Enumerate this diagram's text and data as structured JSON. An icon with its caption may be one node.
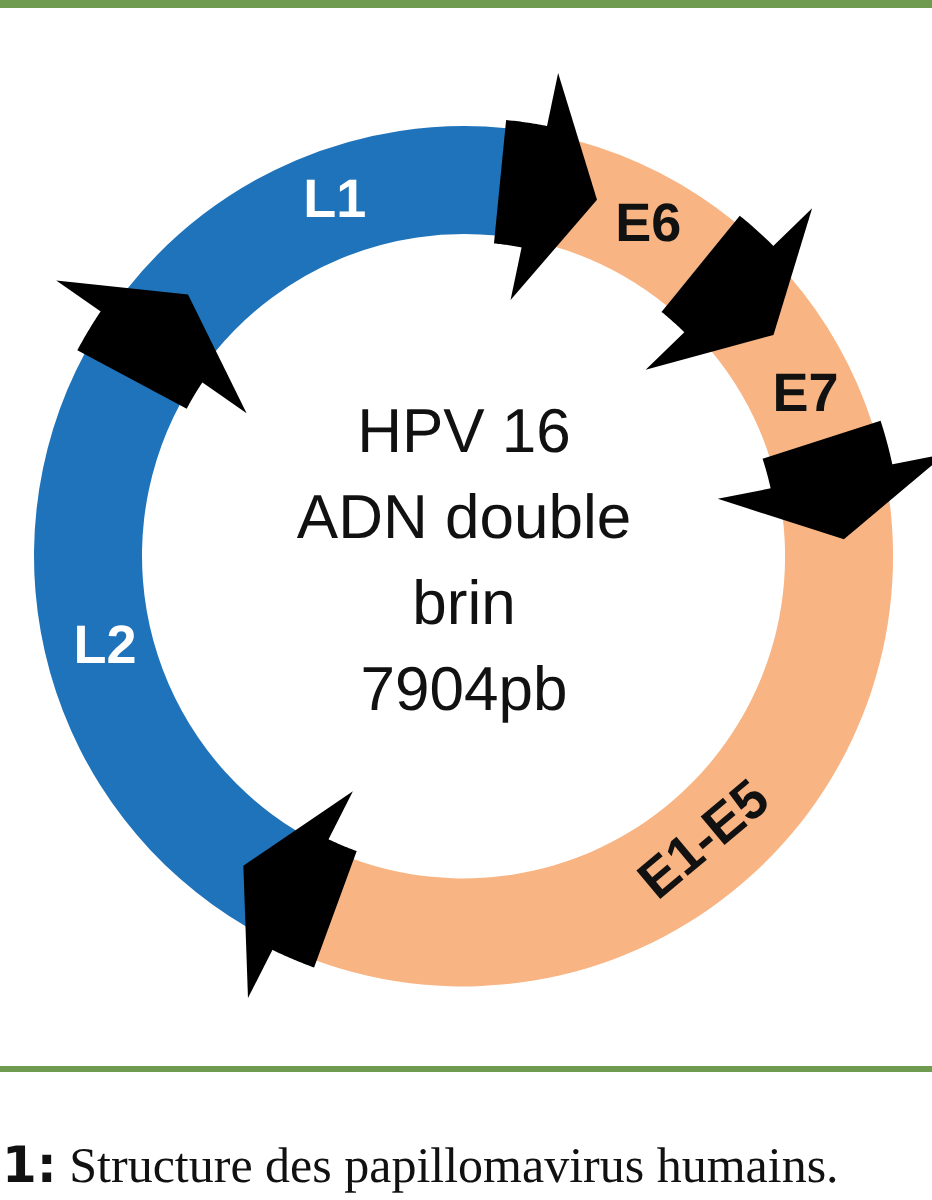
{
  "diagram": {
    "caption": "**1:** Structure des papillomavirus humains.",
    "nodes": [
      {
        "text": [
          "L1"
        ]
      },
      {
        "text": [
          "E6"
        ]
      },
      {
        "text": [
          "E7"
        ]
      },
      {
        "text": [
          "E1-E5"
        ]
      },
      {
        "text": [
          "L2"
        ]
      }
    ],
    "edges": [
      {
        "from": 0,
        "to": 1,
        "arrow": "to"
      },
      {
        "from": 1,
        "to": 2,
        "arrow": "to"
      },
      {
        "from": 2,
        "to": 3,
        "arrow": "to"
      },
      {
        "from": 3,
        "to": 4,
        "arrow": "to"
      },
      {
        "from": 4,
        "to": 0,
        "arrow": "to"
      }
    ],
    "labels": [
      "HPV 16 ADN double brin 7904pb"
    ]
  }
}
